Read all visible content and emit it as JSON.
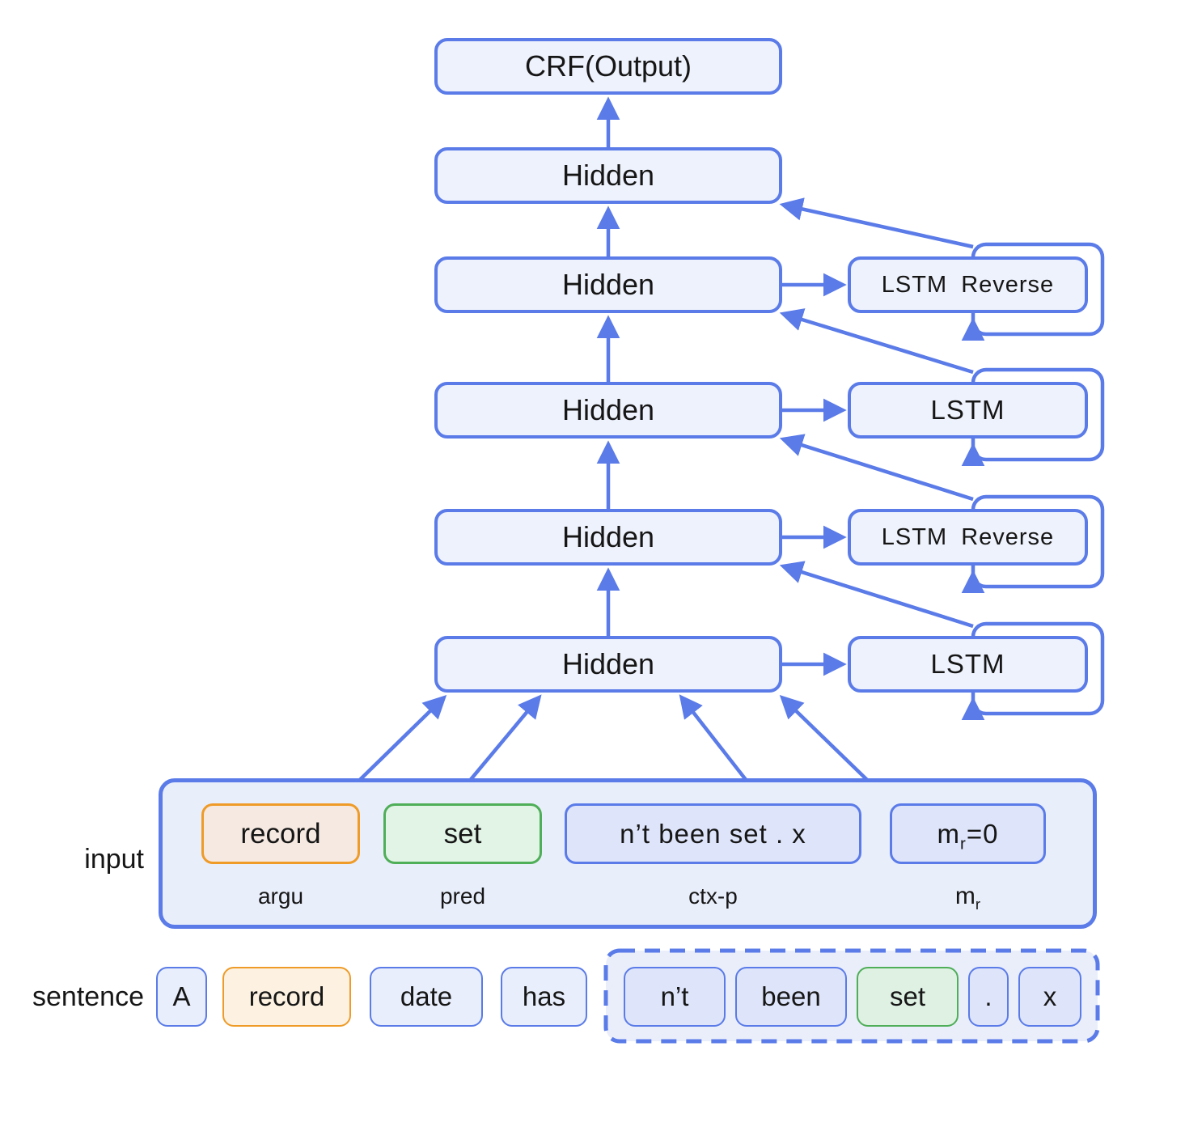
{
  "network": {
    "crf_label": "CRF(Output)",
    "hidden_label": "Hidden",
    "lstm_label": "LSTM",
    "lstm_reverse_label": "LSTM Reverse"
  },
  "input_panel": {
    "caption": "input",
    "features": [
      {
        "text": "record",
        "label": "argu"
      },
      {
        "text": "set",
        "label": "pred"
      },
      {
        "text": "n’t been set . x",
        "label": "ctx-p"
      },
      {
        "text_base": "m",
        "text_sub": "r",
        "text_eq": "=0",
        "label_base": "m",
        "label_sub": "r"
      }
    ]
  },
  "sentence": {
    "caption": "sentence",
    "tokens": [
      "A",
      "record",
      "date",
      "has"
    ],
    "span_tokens": [
      "n’t",
      "been",
      "set",
      ".",
      "x"
    ]
  },
  "colors": {
    "line_blue": "#5a7be8",
    "box_fill": "#eef2fc",
    "panel_fill": "#e9eefb",
    "lavender_fill": "#dee4fa",
    "light_blue_fill": "#e8eefb",
    "orange_border": "#ee9b28",
    "orange_fill_input": "#f6e9e1",
    "orange_fill_sentence": "#fdf2e1",
    "green_border": "#4fae58",
    "green_fill_input": "#e2f4e6",
    "green_fill_sentence": "#def1e3"
  }
}
